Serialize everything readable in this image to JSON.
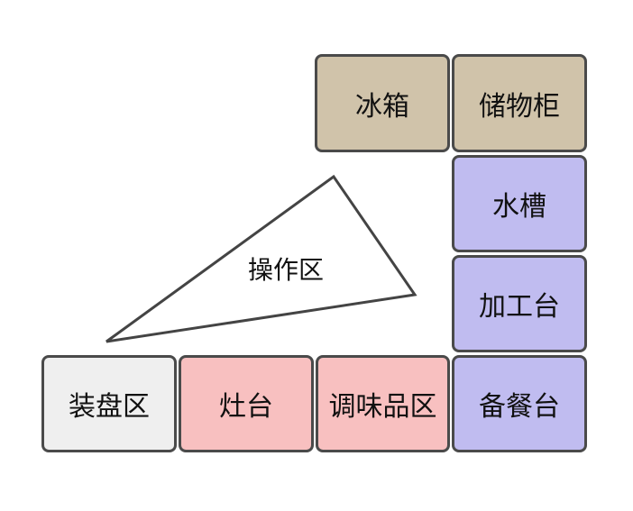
{
  "zones": {
    "fridge": "冰箱",
    "storage_cabinet": "储物柜",
    "sink": "水槽",
    "prep_counter": "加工台",
    "serving_counter": "备餐台",
    "plating_area": "装盘区",
    "stove": "灶台",
    "seasoning_area": "调味品区"
  },
  "work_triangle": {
    "label": "操作区"
  },
  "colors": {
    "storage": "#d0c3aa",
    "washing_prep": "#c0bcf0",
    "cooking": "#f8c0c0",
    "plating": "#efefef"
  }
}
